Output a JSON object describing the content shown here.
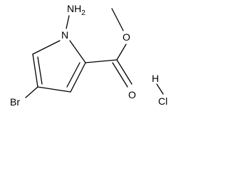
{
  "molecule": {
    "atoms": {
      "amino": "NH",
      "amino_h_count": "2",
      "ring_nitrogen": "N",
      "carbonyl_oxygen": "O",
      "ether_oxygen": "O",
      "bromine": "Br",
      "hcl_hydrogen": "H",
      "hcl_chlorine": "Cl"
    },
    "colors": {
      "ink": "#000000",
      "background": "#ffffff"
    }
  }
}
